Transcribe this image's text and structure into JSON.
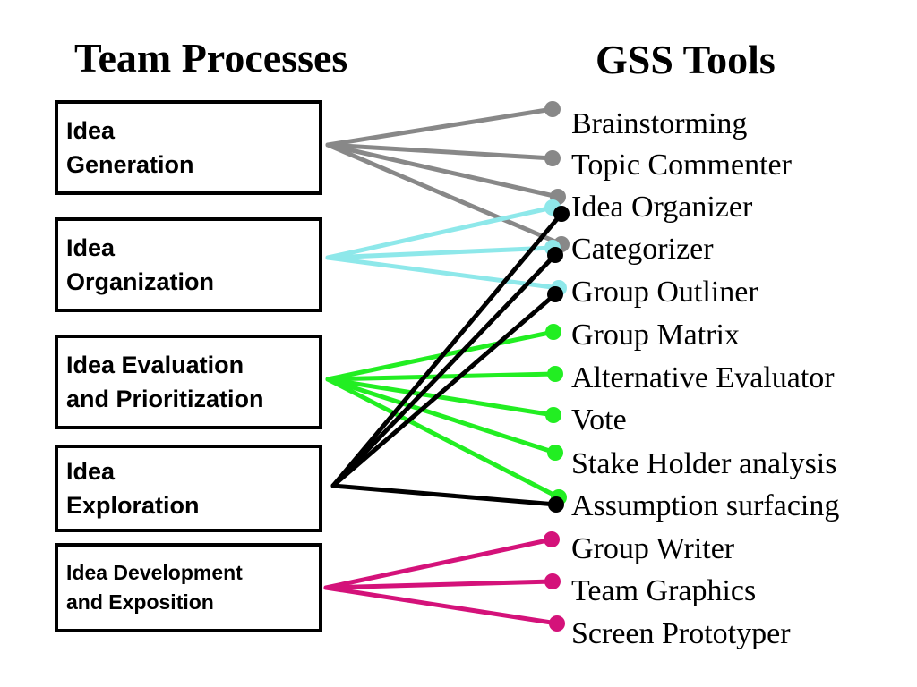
{
  "headings": {
    "left": "Team Processes",
    "right": "GSS Tools"
  },
  "processes": [
    {
      "lines": [
        "Idea",
        "Generation"
      ],
      "color": "#888888"
    },
    {
      "lines": [
        "Idea",
        "Organization"
      ],
      "color": "#8ee8ea"
    },
    {
      "lines": [
        "Idea Evaluation",
        "and Prioritization"
      ],
      "color": "#22ee22"
    },
    {
      "lines": [
        "Idea",
        "Exploration"
      ],
      "color": "#000000"
    },
    {
      "lines": [
        "Idea Development",
        "and Exposition"
      ],
      "color": "#d4127a"
    }
  ],
  "tools": [
    "Brainstorming",
    "Topic Commenter",
    "Idea Organizer",
    "Categorizer",
    "Group Outliner",
    "Group Matrix",
    "Alternative Evaluator",
    "Vote",
    "Stake Holder analysis",
    "Assumption surfacing",
    "Group Writer",
    "Team Graphics",
    "Screen Prototyper"
  ],
  "links": [
    {
      "process": 0,
      "tool": 0
    },
    {
      "process": 0,
      "tool": 1
    },
    {
      "process": 0,
      "tool": 2
    },
    {
      "process": 0,
      "tool": 3
    },
    {
      "process": 1,
      "tool": 2
    },
    {
      "process": 1,
      "tool": 3
    },
    {
      "process": 1,
      "tool": 4
    },
    {
      "process": 2,
      "tool": 5
    },
    {
      "process": 2,
      "tool": 6
    },
    {
      "process": 2,
      "tool": 7
    },
    {
      "process": 2,
      "tool": 8
    },
    {
      "process": 2,
      "tool": 9
    },
    {
      "process": 3,
      "tool": 2
    },
    {
      "process": 3,
      "tool": 3
    },
    {
      "process": 3,
      "tool": 4
    },
    {
      "process": 3,
      "tool": 9
    },
    {
      "process": 4,
      "tool": 10
    },
    {
      "process": 4,
      "tool": 11
    },
    {
      "process": 4,
      "tool": 12
    }
  ]
}
